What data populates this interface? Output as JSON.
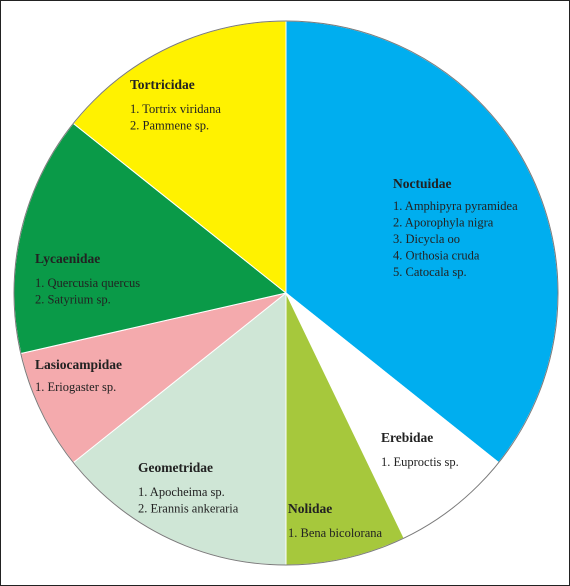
{
  "chart_data": {
    "type": "pie",
    "title": "",
    "slices": [
      {
        "family": "Noctuidae",
        "value": 5,
        "color": "#00aeef",
        "species": [
          "1. Amphipyra pyramidea",
          "2. Aporophyla nigra",
          "3. Dicycla oo",
          "4. Orthosia cruda",
          "5. Catocala sp."
        ]
      },
      {
        "family": "Erebidae",
        "value": 1,
        "color": "#ffffff",
        "species": [
          "1. Euproctis sp."
        ]
      },
      {
        "family": "Nolidae",
        "value": 1,
        "color": "#a6c83c",
        "species": [
          "1. Bena bicolorana"
        ]
      },
      {
        "family": "Geometridae",
        "value": 2,
        "color": "#cfe6d6",
        "species": [
          "1. Apocheima sp.",
          "2. Erannis ankeraria"
        ]
      },
      {
        "family": "Lasiocampidae",
        "value": 1,
        "color": "#f4aaad",
        "species": [
          "1. Eriogaster sp."
        ]
      },
      {
        "family": "Lycaenidae",
        "value": 2,
        "color": "#0a9a48",
        "species": [
          "1. Quercusia quercus",
          "2. Satyrium sp."
        ]
      },
      {
        "family": "Tortricidae",
        "value": 2,
        "color": "#fff200",
        "species": [
          "1. Tortrix viridana",
          "2. Pammene sp."
        ]
      }
    ]
  }
}
